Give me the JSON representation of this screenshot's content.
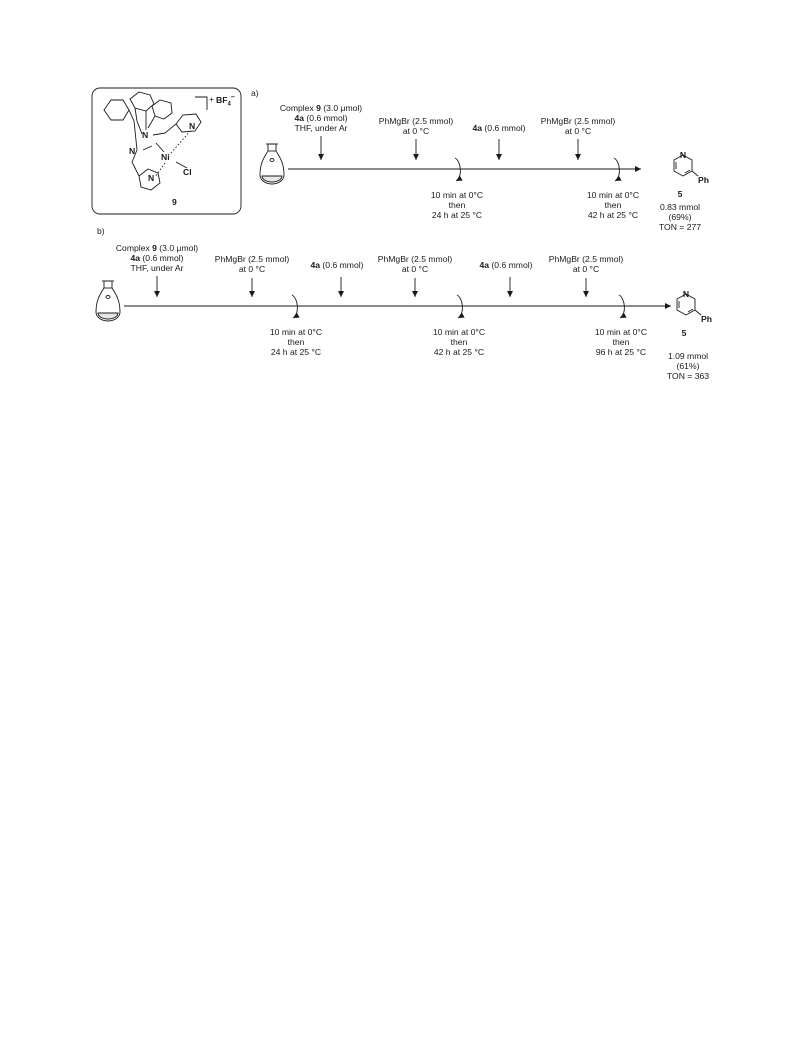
{
  "complex_box": {
    "charge": "+",
    "counterion_main": "BF",
    "counterion_sub": "4",
    "counterion_charge": "–",
    "atom_labels": [
      "N",
      "N",
      "N",
      "Ni",
      "Cl",
      "N"
    ],
    "compound_number": "9"
  },
  "scheme_a": {
    "label": "a)",
    "steps": [
      {
        "lines": [
          [
            {
              "text": "Complex ",
              "bold": false
            },
            {
              "text": "9",
              "bold": true
            },
            {
              "text": " (3.0 μmol)",
              "bold": false
            }
          ],
          [
            {
              "text": "4a",
              "bold": true
            },
            {
              "text": " (0.6 mmol)",
              "bold": false
            }
          ],
          [
            {
              "text": "THF, under Ar",
              "bold": false
            }
          ]
        ]
      },
      {
        "lines": [
          [
            {
              "text": "PhMgBr (2.5 mmol)",
              "bold": false
            }
          ],
          [
            {
              "text": "at 0 °C",
              "bold": false
            }
          ]
        ]
      },
      {
        "lines": [
          [
            {
              "text": "4a",
              "bold": true
            },
            {
              "text": " (0.6 mmol)",
              "bold": false
            }
          ]
        ]
      },
      {
        "lines": [
          [
            {
              "text": "PhMgBr (2.5 mmol)",
              "bold": false
            }
          ],
          [
            {
              "text": "at 0 °C",
              "bold": false
            }
          ]
        ]
      }
    ],
    "stirs": [
      {
        "lines": [
          "10 min at 0°C",
          "then",
          "24 h at 25 °C"
        ]
      },
      {
        "lines": [
          "10 min at 0°C",
          "then",
          "42 h at 25 °C"
        ]
      }
    ],
    "product": {
      "compound_number": "5",
      "substituent": "Ph",
      "ring_atom": "N",
      "amount": "0.83 mmol",
      "yield": "(69%)",
      "ton": "TON = 277"
    }
  },
  "scheme_b": {
    "label": "b)",
    "steps": [
      {
        "lines": [
          [
            {
              "text": "Complex ",
              "bold": false
            },
            {
              "text": "9",
              "bold": true
            },
            {
              "text": " (3.0 μmol)",
              "bold": false
            }
          ],
          [
            {
              "text": "4a",
              "bold": true
            },
            {
              "text": " (0.6 mmol)",
              "bold": false
            }
          ],
          [
            {
              "text": "THF, under Ar",
              "bold": false
            }
          ]
        ]
      },
      {
        "lines": [
          [
            {
              "text": "PhMgBr (2.5 mmol)",
              "bold": false
            }
          ],
          [
            {
              "text": "at 0 °C",
              "bold": false
            }
          ]
        ]
      },
      {
        "lines": [
          [
            {
              "text": "4a",
              "bold": true
            },
            {
              "text": " (0.6 mmol)",
              "bold": false
            }
          ]
        ]
      },
      {
        "lines": [
          [
            {
              "text": "PhMgBr (2.5 mmol)",
              "bold": false
            }
          ],
          [
            {
              "text": "at 0 °C",
              "bold": false
            }
          ]
        ]
      },
      {
        "lines": [
          [
            {
              "text": "4a",
              "bold": true
            },
            {
              "text": " (0.6 mmol)",
              "bold": false
            }
          ]
        ]
      },
      {
        "lines": [
          [
            {
              "text": "PhMgBr (2.5 mmol)",
              "bold": false
            }
          ],
          [
            {
              "text": "at 0 °C",
              "bold": false
            }
          ]
        ]
      }
    ],
    "stirs": [
      {
        "lines": [
          "10 min at 0°C",
          "then",
          "24 h at 25 °C"
        ]
      },
      {
        "lines": [
          "10 min at 0°C",
          "then",
          "42 h at 25 °C"
        ]
      },
      {
        "lines": [
          "10 min at 0°C",
          "then",
          "96 h at 25 °C"
        ]
      }
    ],
    "product": {
      "compound_number": "5",
      "substituent": "Ph",
      "ring_atom": "N",
      "amount": "1.09 mmol",
      "yield": "(61%)",
      "ton": "TON = 363"
    }
  }
}
